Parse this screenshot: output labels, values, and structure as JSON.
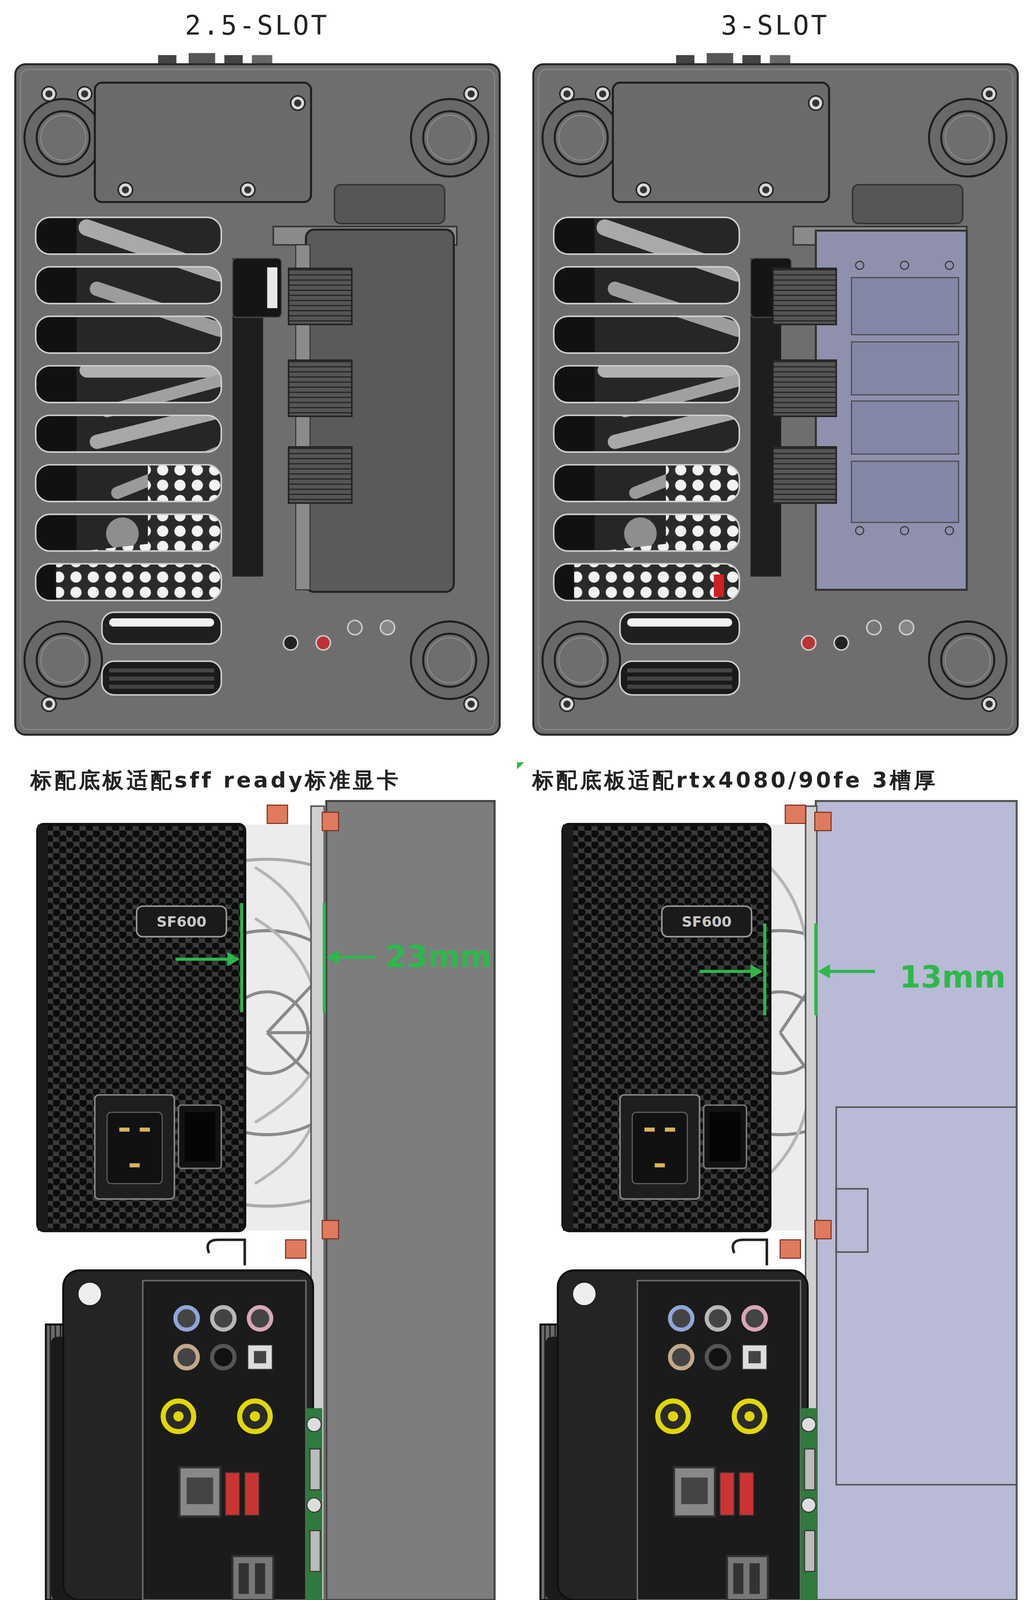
{
  "diagram": {
    "labels": [
      "2.5-SLOT",
      "3-SLOT",
      "标配底板适配sff ready标准显卡",
      "标配底板适配rtx4080/90fe 3槽厚",
      "SF600",
      "23mm",
      "SF600",
      "13mm"
    ]
  }
}
